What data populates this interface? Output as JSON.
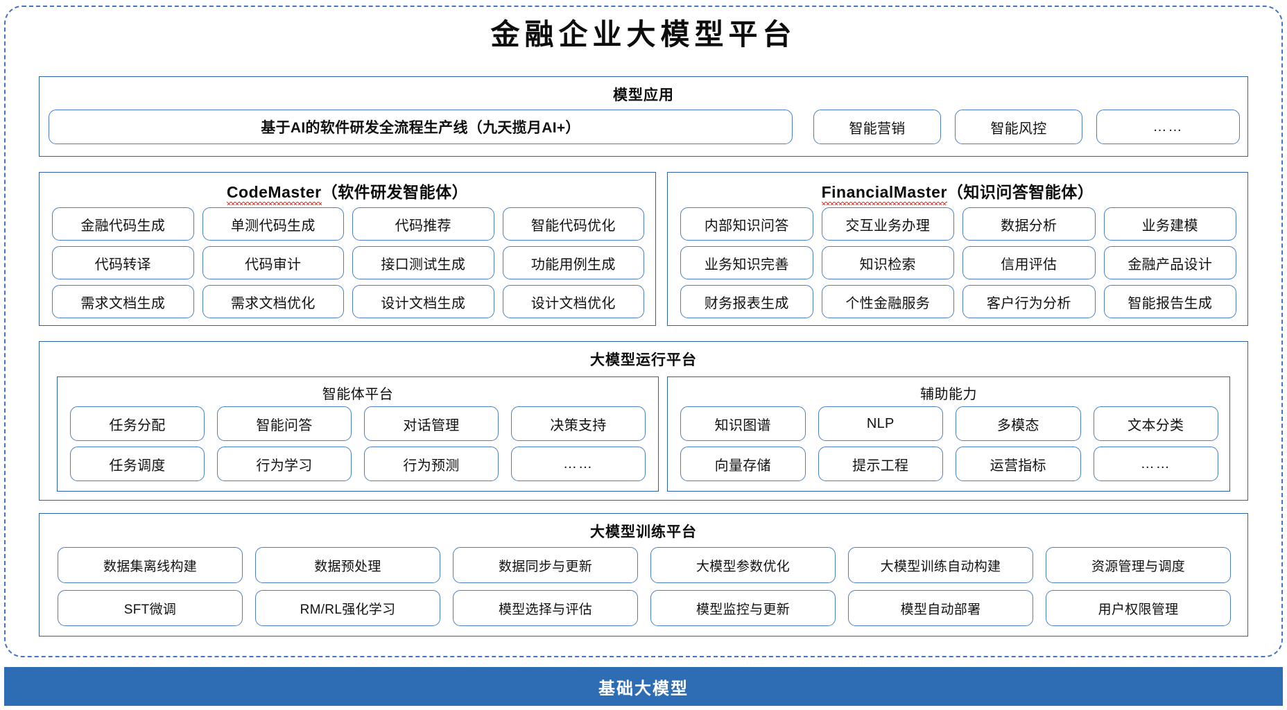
{
  "title": "金融企业大模型平台",
  "sections": {
    "model_app": {
      "title": "模型应用",
      "primary": "基于AI的软件研发全流程生产线（九天揽月AI+）",
      "items": [
        "智能营销",
        "智能风控",
        "……"
      ]
    },
    "code_master": {
      "name": "CodeMaster",
      "suffix": "（软件研发智能体）",
      "items": [
        "金融代码生成",
        "单测代码生成",
        "代码推荐",
        "智能代码优化",
        "代码转译",
        "代码审计",
        "接口测试生成",
        "功能用例生成",
        "需求文档生成",
        "需求文档优化",
        "设计文档生成",
        "设计文档优化"
      ]
    },
    "financial_master": {
      "name": "FinancialMaster",
      "suffix": "（知识问答智能体）",
      "items": [
        "内部知识问答",
        "交互业务办理",
        "数据分析",
        "业务建模",
        "业务知识完善",
        "知识检索",
        "信用评估",
        "金融产品设计",
        "财务报表生成",
        "个性金融服务",
        "客户行为分析",
        "智能报告生成"
      ]
    },
    "runtime": {
      "title": "大模型运行平台",
      "agent_platform": {
        "title": "智能体平台",
        "items": [
          "任务分配",
          "智能问答",
          "对话管理",
          "决策支持",
          "任务调度",
          "行为学习",
          "行为预测",
          "……"
        ]
      },
      "support": {
        "title": "辅助能力",
        "items": [
          "知识图谱",
          "NLP",
          "多模态",
          "文本分类",
          "向量存储",
          "提示工程",
          "运营指标",
          "……"
        ]
      }
    },
    "training": {
      "title": "大模型训练平台",
      "items": [
        "数据集离线构建",
        "数据预处理",
        "数据同步与更新",
        "大模型参数优化",
        "大模型训练自动构建",
        "资源管理与调度",
        "SFT微调",
        "RM/RL强化学习",
        "模型选择与评估",
        "模型监控与更新",
        "模型自动部署",
        "用户权限管理"
      ]
    },
    "base_model": {
      "label": "基础大模型"
    }
  },
  "colors": {
    "outer_border": "#4472c4",
    "panel_border": "#2e62a8",
    "chip_border": "#4a7ec4",
    "base_bar": "#2e6db4",
    "spellcheck_squiggle": "#e03b2f"
  }
}
